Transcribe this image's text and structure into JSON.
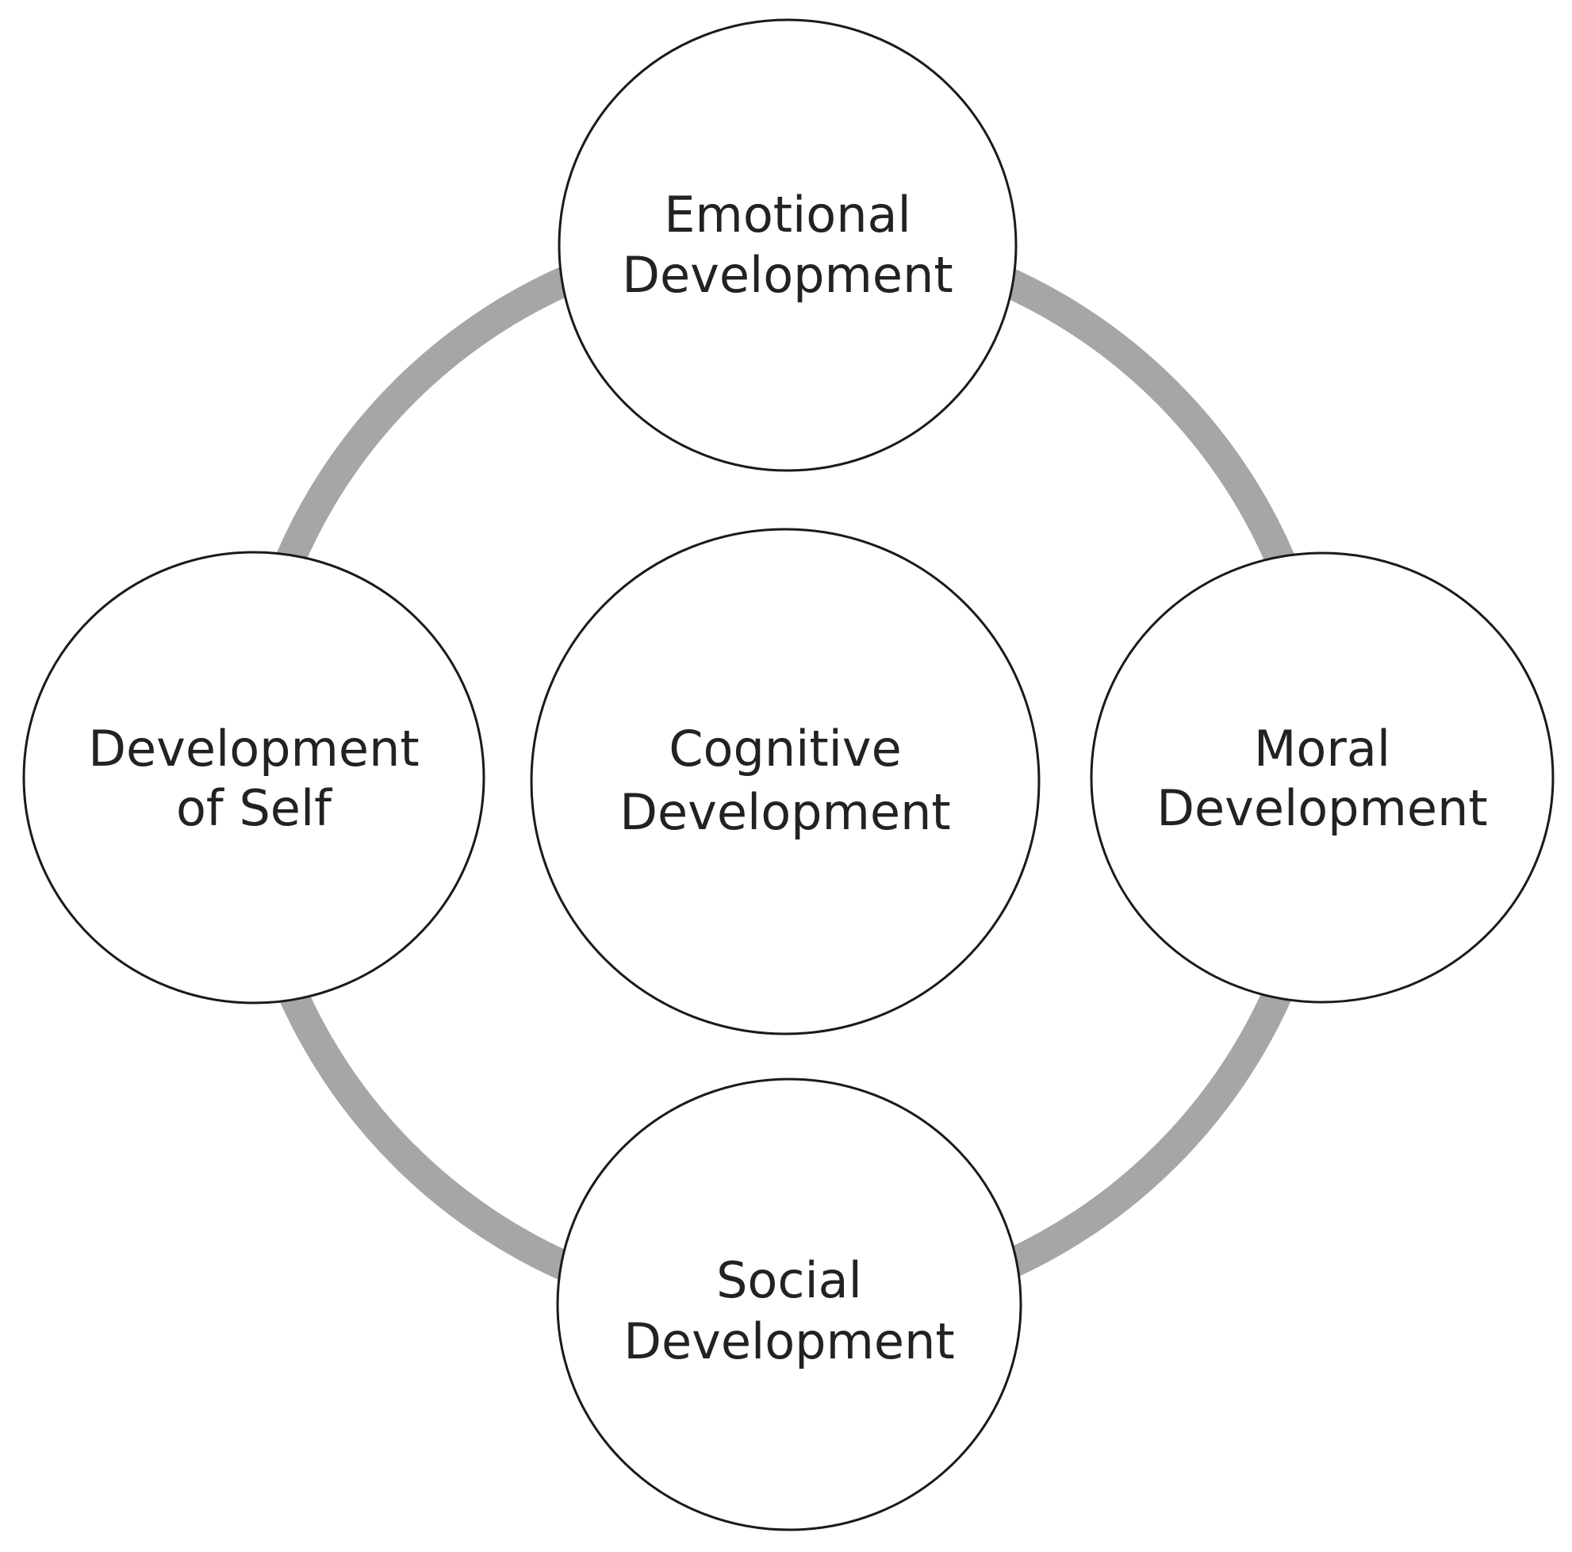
{
  "colors": {
    "ring": "#a6a6a6",
    "circle_fill": "#ffffff",
    "circle_stroke": "#1a1a1a",
    "text": "#222222"
  },
  "nodes": {
    "top": {
      "line1": "Emotional",
      "line2": "Development"
    },
    "left": {
      "line1": "Development",
      "line2": "of Self"
    },
    "center": {
      "line1": "Cognitive",
      "line2": "Development"
    },
    "right": {
      "line1": "Moral",
      "line2": "Development"
    },
    "bottom": {
      "line1": "Social",
      "line2": "Development"
    }
  }
}
